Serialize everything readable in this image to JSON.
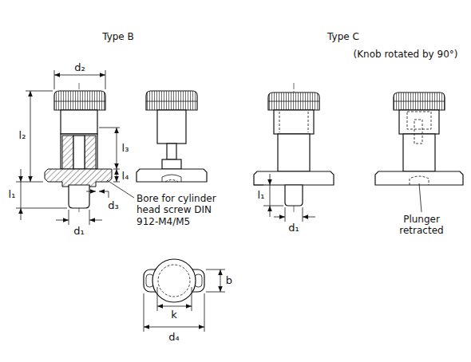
{
  "diagram": {
    "labels": [
      "Type B",
      "Type C",
      "(Knob rotated by 90°)",
      "d₂",
      "l₂",
      "l₃",
      "l₄",
      "l₁",
      "d₃",
      "Bore for cylinder head screw DIN 912-M4/M5",
      "d₁",
      "l₁",
      "d₁",
      "Plunger retracted",
      "b",
      "k",
      "d₄"
    ]
  }
}
